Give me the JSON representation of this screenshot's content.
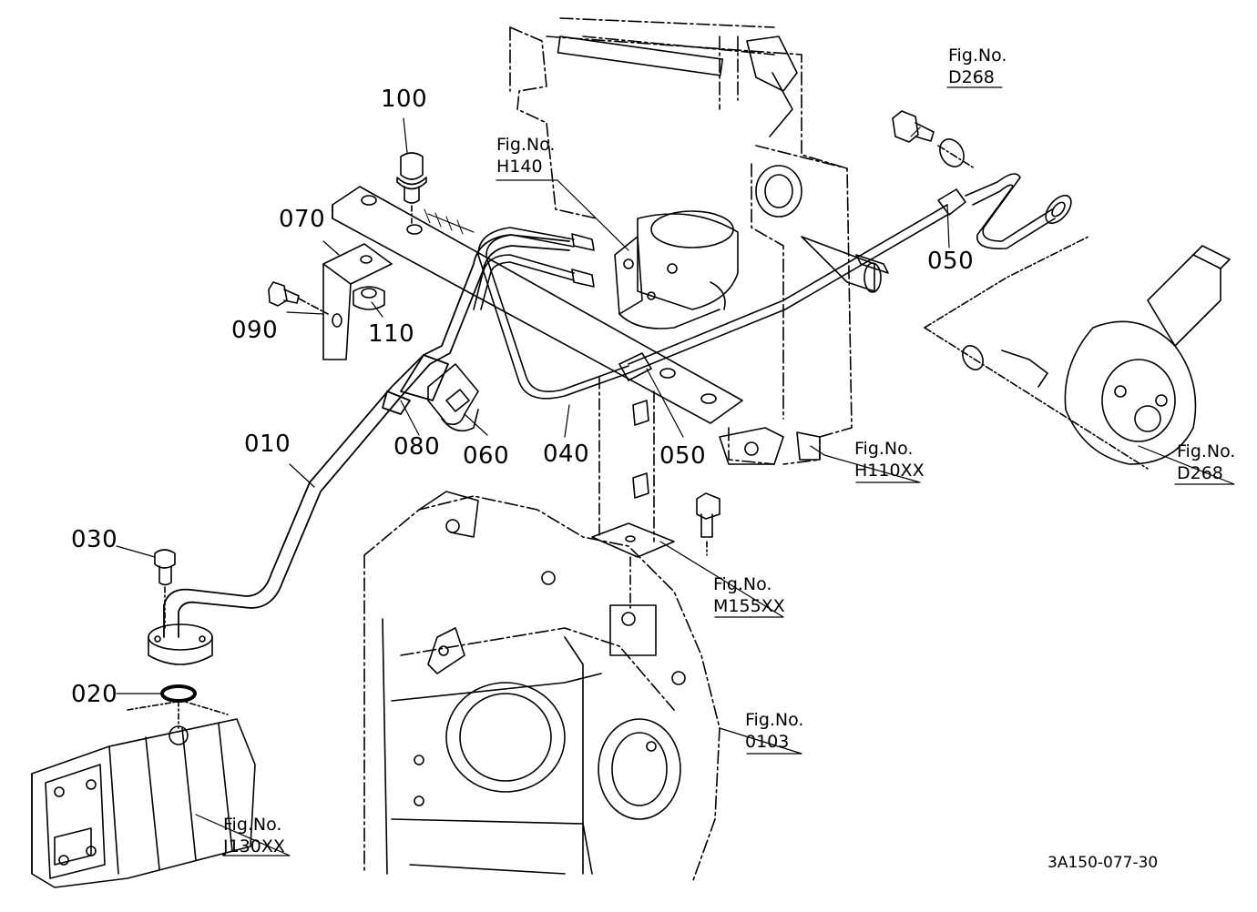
{
  "parts": {
    "p100": "100",
    "p070": "070",
    "p090": "090",
    "p110": "110",
    "p010": "010",
    "p080": "080",
    "p060": "060",
    "p040": "040",
    "p050a": "050",
    "p050b": "050",
    "p030": "030",
    "p020": "020"
  },
  "figrefs": {
    "prefix": "Fig.No.",
    "h140": "H140",
    "d268a": "D268",
    "d268b": "D268",
    "h110xx": "H110XX",
    "m155xx": "M155XX",
    "o103": "0103",
    "j130xx": "J130XX"
  },
  "drawing_code": "3A150-077-30"
}
